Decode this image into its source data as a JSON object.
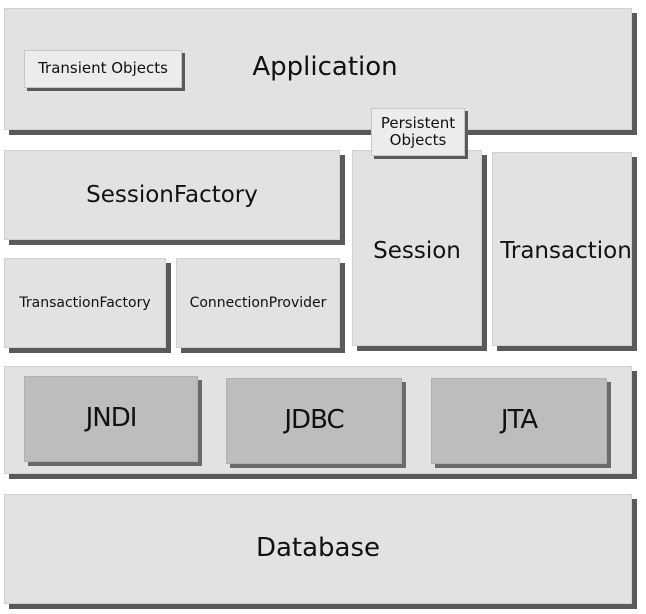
{
  "diagram": {
    "application": {
      "label": "Application"
    },
    "transient_objects": {
      "label": "Transient Objects"
    },
    "persistent_objects": {
      "label": "Persistent\nObjects"
    },
    "session_factory": {
      "label": "SessionFactory"
    },
    "session": {
      "label": "Session"
    },
    "transaction": {
      "label": "Transaction"
    },
    "transaction_factory": {
      "label": "TransactionFactory"
    },
    "connection_provider": {
      "label": "ConnectionProvider"
    },
    "jndi": {
      "label": "JNDI"
    },
    "jdbc": {
      "label": "JDBC"
    },
    "jta": {
      "label": "JTA"
    },
    "database": {
      "label": "Database"
    }
  }
}
